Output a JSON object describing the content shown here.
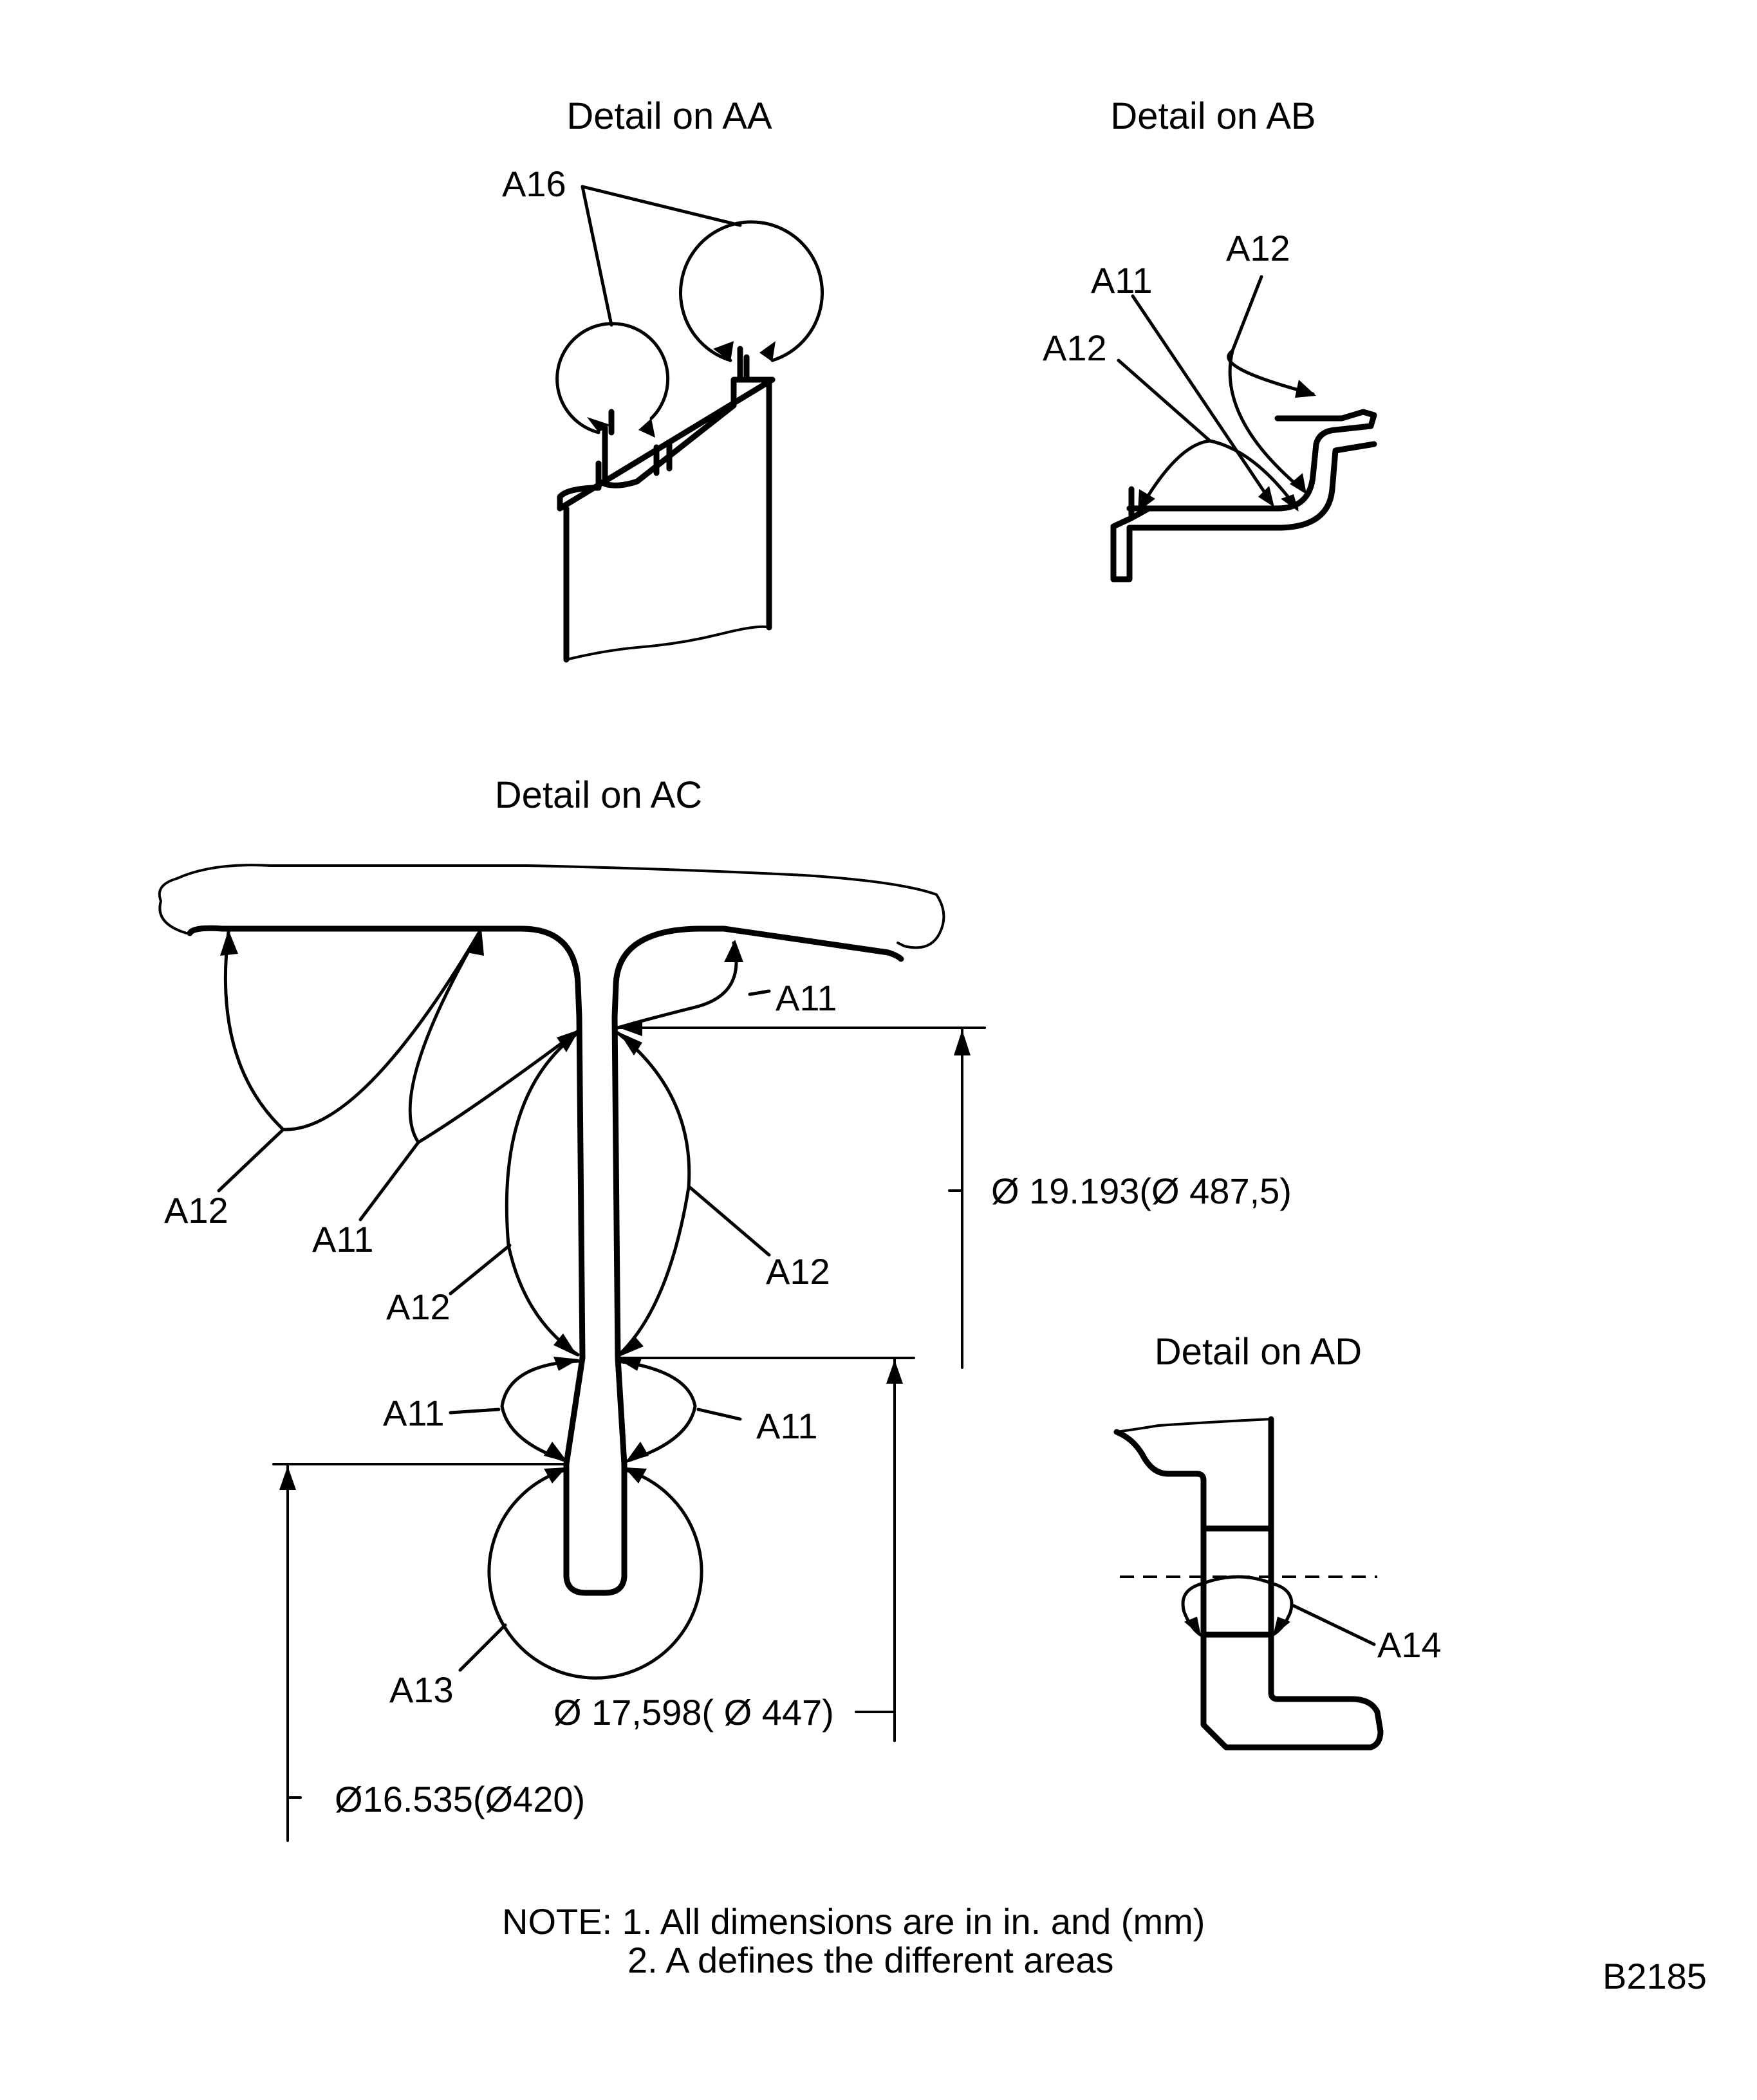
{
  "details": {
    "aa": {
      "title": "Detail on AA",
      "labels": {
        "a16": "A16"
      }
    },
    "ab": {
      "title": "Detail on AB",
      "labels": {
        "a12_upper": "A12",
        "a11": "A11",
        "a12_lower": "A12"
      }
    },
    "ac": {
      "title": "Detail on AC",
      "labels": {
        "a11_top": "A11",
        "a12_left_outer": "A12",
        "a11_left": "A11",
        "a12_left_web": "A12",
        "a12_right_web": "A12",
        "a11_waist_left": "A11",
        "a11_waist_right": "A11",
        "a13": "A13"
      },
      "dimensions": {
        "outer": "Ø 19.193(Ø 487,5)",
        "middle": "Ø 17,598( Ø 447)",
        "inner": "Ø16.535(Ø420)"
      }
    },
    "ad": {
      "title": "Detail on AD",
      "labels": {
        "a14": "A14"
      }
    }
  },
  "note": {
    "line1": "NOTE: 1. All dimensions are in in. and (mm)",
    "line2": "2. A defines the different areas"
  },
  "drawing_number": "B2185"
}
